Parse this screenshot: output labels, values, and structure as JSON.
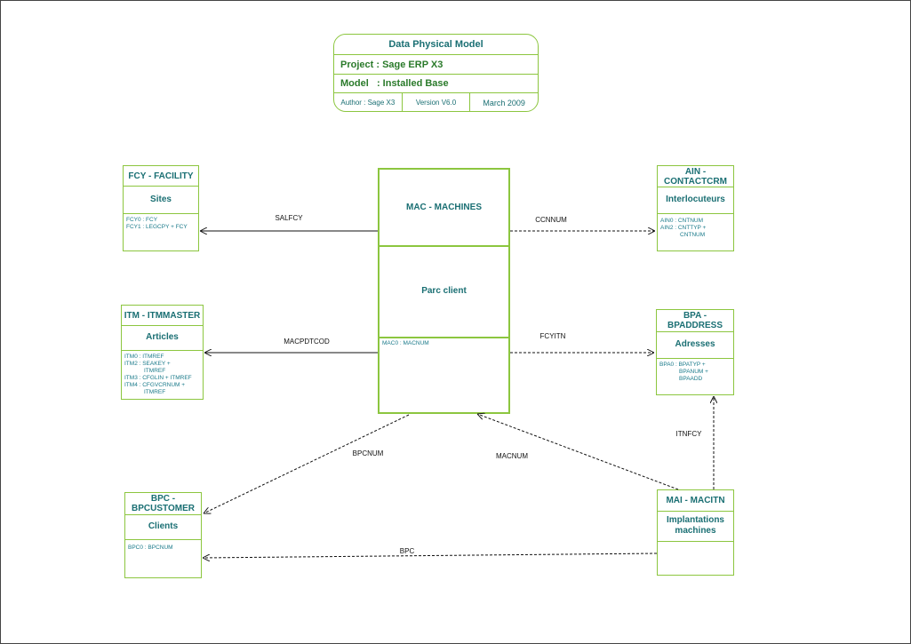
{
  "title_card": {
    "title": "Data Physical Model",
    "project": "Project : Sage ERP X3",
    "model": "Model   : Installed Base",
    "author": "Author : Sage X3",
    "version": "Version V6.0",
    "date": "March 2009"
  },
  "tables": {
    "fcy": {
      "header": "FCY - FACILITY",
      "label": "Sites",
      "keys": [
        "FCY0 : FCY",
        "FCY1 : LEGCPY + FCY"
      ]
    },
    "itm": {
      "header": "ITM - ITMMASTER",
      "label": "Articles",
      "keys": [
        "ITM0 : ITMREF",
        "ITM2 : SEAKEY +",
        "ITMREF",
        "ITM3 : CFGLIN + ITMREF",
        "ITM4 : CFGVCRNUM +",
        "ITMREF"
      ]
    },
    "bpc": {
      "header": "BPC - BPCUSTOMER",
      "label": "Clients",
      "keys": [
        "BPC0 : BPCNUM"
      ]
    },
    "mac": {
      "header": "MAC - MACHINES",
      "label": "Parc client",
      "keys": [
        "MAC0 : MACNUM"
      ]
    },
    "ain": {
      "header": "AIN - CONTACTCRM",
      "label": "Interlocuteurs",
      "keys": [
        "AIN0 : CNTNUM",
        "AIN2 : CNTTYP +",
        "CNTNUM"
      ]
    },
    "bpa": {
      "header": "BPA - BPADDRESS",
      "label": "Adresses",
      "keys": [
        "BPA0 : BPATYP +",
        "BPANUM +",
        "BPAADD"
      ]
    },
    "mai": {
      "header": "MAI - MACITN",
      "label": "Implantations machines",
      "keys": []
    }
  },
  "relations": {
    "salfcy": "SALFCY",
    "ccnnum": "CCNNUM",
    "macpdtcod": "MACPDTCOD",
    "fcyitn": "FCYITN",
    "bpcnum": "BPCNUM",
    "macnum": "MACNUM",
    "itnfcy": "ITNFCY",
    "bpc": "BPC"
  },
  "colors": {
    "border": "#8cc63f",
    "text": "#1a6f73",
    "line": "#111111"
  }
}
